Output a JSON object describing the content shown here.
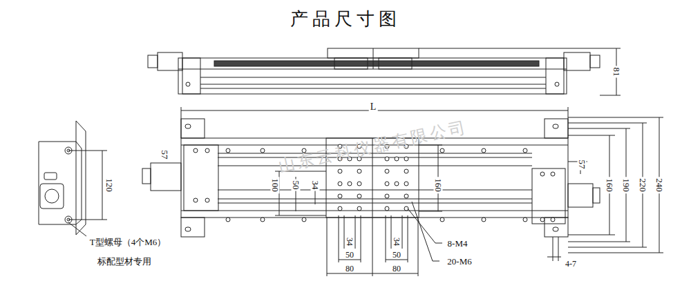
{
  "diagram": {
    "title": "产品尺寸图",
    "labels": [
      "81",
      "L",
      "山东云科仪器有限公司",
      "57",
      "120",
      "100",
      "50",
      "34",
      "160",
      "57",
      "160",
      "190",
      "220",
      "240",
      "34",
      "50",
      "80",
      "34",
      "50",
      "80",
      "8-M4",
      "20-M6",
      "4-7",
      "T型螺母（4个M6）",
      "标配型材专用"
    ]
  }
}
